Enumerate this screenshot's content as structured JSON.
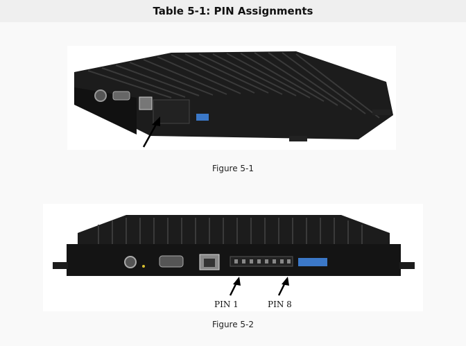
{
  "header": {
    "title": "Table 5-1:  PIN Assignments"
  },
  "figure1": {
    "caption": "Figure 5-1"
  },
  "figure2": {
    "caption": "Figure 5-2",
    "pin_start_label": "PIN 1",
    "pin_end_label": "PIN 8"
  },
  "colors": {
    "device_body": "#1c1c1c",
    "device_ridge": "#3a3a3a",
    "dip_switch": "#3b78c8",
    "header_bg": "#efefef",
    "page_bg": "#f9f9f9"
  }
}
